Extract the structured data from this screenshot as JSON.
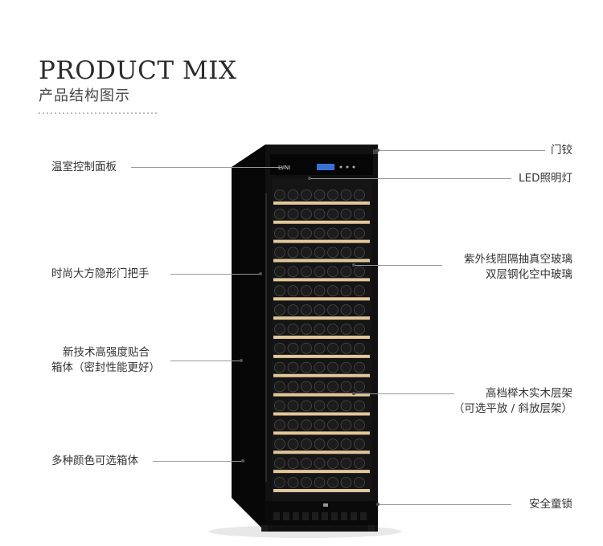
{
  "header": {
    "title": "PRODUCT MIX",
    "subtitle": "产品结构图示"
  },
  "product": {
    "brand": "LVNI"
  },
  "labels_left": [
    {
      "id": "temp-panel",
      "lines": [
        "温室控制面板"
      ]
    },
    {
      "id": "handle",
      "lines": [
        "时尚大方隐形门把手"
      ]
    },
    {
      "id": "cabinet",
      "lines": [
        "新技术高强度贴合",
        "箱体（密封性能更好）"
      ]
    },
    {
      "id": "colors",
      "lines": [
        "多种颜色可选箱体"
      ]
    }
  ],
  "labels_right": [
    {
      "id": "hinge",
      "lines": [
        "门铰"
      ]
    },
    {
      "id": "led",
      "lines": [
        "LED照明灯"
      ]
    },
    {
      "id": "glass",
      "lines": [
        "紫外线阻隔抽真空玻璃",
        "双层钢化空中玻璃"
      ]
    },
    {
      "id": "shelves",
      "lines": [
        "高档榉木实木层架",
        "（可选平放 / 斜放层架）"
      ]
    },
    {
      "id": "lock",
      "lines": [
        "安全童锁"
      ]
    }
  ],
  "colors": {
    "cabinet": "#0d0d0d",
    "shelf": "#e2c79a",
    "bottle": "#1c1c1c",
    "display": "#3a6fd8"
  }
}
